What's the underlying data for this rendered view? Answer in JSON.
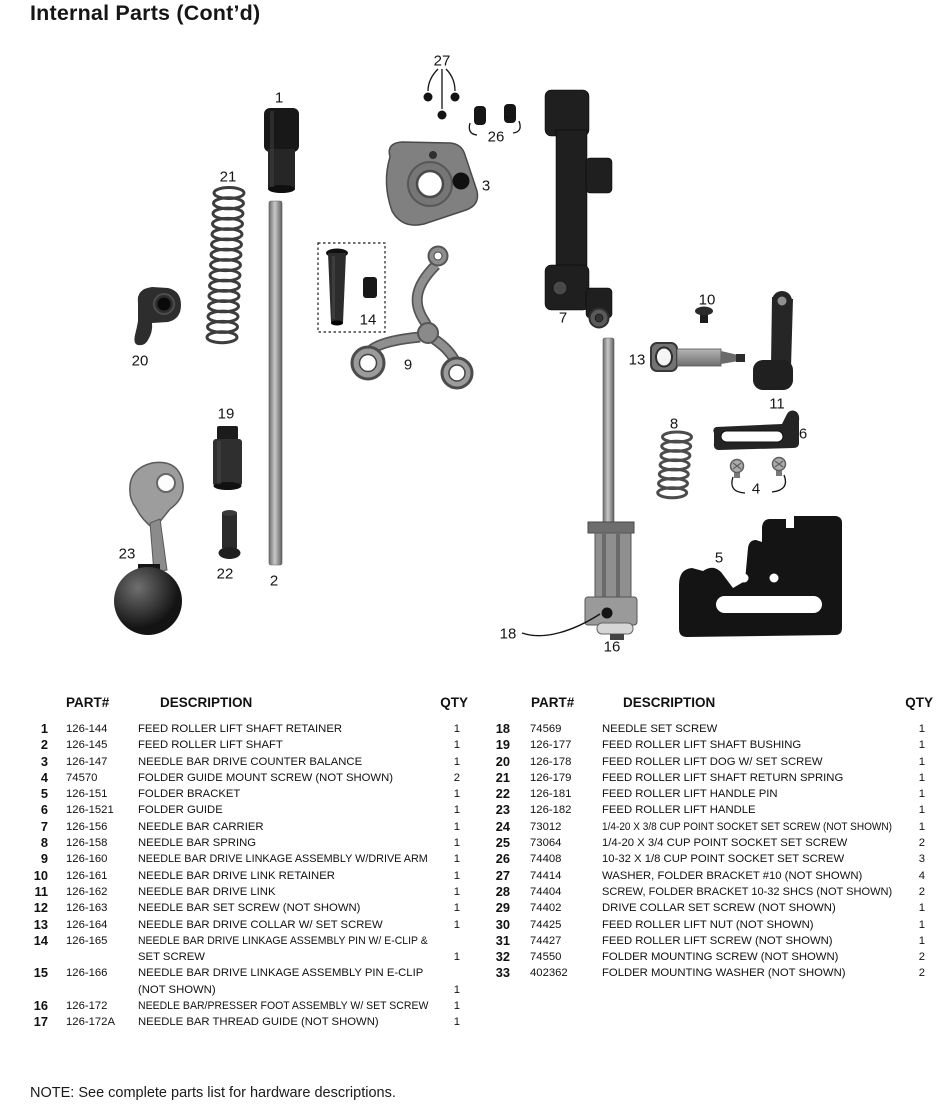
{
  "page": {
    "title": "Internal Parts (Cont’d)",
    "note": "NOTE: See complete parts list for hardware descriptions.",
    "colors": {
      "text": "#161616",
      "background": "#ffffff",
      "part_dark": "#1f1f1f",
      "part_gray": "#8a8a8a"
    }
  },
  "table": {
    "headers": {
      "part": "PART#",
      "description": "DESCRIPTION",
      "qty": "QTY"
    },
    "left_rows": [
      {
        "num": "1",
        "part": "126-144",
        "desc": "FEED ROLLER LIFT SHAFT RETAINER",
        "qty": "1"
      },
      {
        "num": "2",
        "part": "126-145",
        "desc": "FEED ROLLER LIFT SHAFT",
        "qty": "1"
      },
      {
        "num": "3",
        "part": "126-147",
        "desc": "NEEDLE BAR DRIVE COUNTER BALANCE",
        "qty": "1"
      },
      {
        "num": "4",
        "part": "74570",
        "desc": "FOLDER GUIDE MOUNT SCREW (NOT SHOWN)",
        "qty": "2"
      },
      {
        "num": "5",
        "part": "126-151",
        "desc": "FOLDER BRACKET",
        "qty": "1"
      },
      {
        "num": "6",
        "part": "126-1521",
        "desc": "FOLDER GUIDE",
        "qty": "1"
      },
      {
        "num": "7",
        "part": "126-156",
        "desc": "NEEDLE BAR CARRIER",
        "qty": "1"
      },
      {
        "num": "8",
        "part": "126-158",
        "desc": "NEEDLE BAR SPRING",
        "qty": "1"
      },
      {
        "num": "9",
        "part": "126-160",
        "desc": "NEEDLE BAR DRIVE LINKAGE ASSEMBLY W/DRIVE ARM",
        "qty": "1"
      },
      {
        "num": "10",
        "part": "126-161",
        "desc": "NEEDLE BAR DRIVE LINK RETAINER",
        "qty": "1"
      },
      {
        "num": "11",
        "part": "126-162",
        "desc": "NEEDLE BAR DRIVE LINK",
        "qty": "1"
      },
      {
        "num": "12",
        "part": "126-163",
        "desc": "NEEDLE BAR SET SCREW (NOT SHOWN)",
        "qty": "1"
      },
      {
        "num": "13",
        "part": "126-164",
        "desc": "NEEDLE BAR DRIVE COLLAR W/ SET SCREW",
        "qty": "1"
      },
      {
        "num": "14",
        "part": "126-165",
        "desc": [
          "NEEDLE BAR DRIVE LINKAGE ASSEMBLY PIN  W/ E-CLIP &",
          "SET SCREW"
        ],
        "qty": "1"
      },
      {
        "num": "15",
        "part": "126-166",
        "desc": [
          "NEEDLE BAR DRIVE LINKAGE ASSEMBLY PIN E-CLIP",
          "(NOT SHOWN)"
        ],
        "qty": "1"
      },
      {
        "num": "16",
        "part": "126-172",
        "desc": "NEEDLE BAR/PRESSER FOOT ASSEMBLY W/ SET SCREW",
        "qty": "1"
      },
      {
        "num": "17",
        "part": "126-172A",
        "desc": "NEEDLE BAR THREAD GUIDE (NOT SHOWN)",
        "qty": "1"
      }
    ],
    "right_rows": [
      {
        "num": "18",
        "part": "74569",
        "desc": "NEEDLE SET SCREW",
        "qty": "1"
      },
      {
        "num": "19",
        "part": "126-177",
        "desc": "FEED ROLLER LIFT SHAFT BUSHING",
        "qty": "1"
      },
      {
        "num": "20",
        "part": "126-178",
        "desc": "FEED ROLLER LIFT DOG W/ SET SCREW",
        "qty": "1"
      },
      {
        "num": "21",
        "part": "126-179",
        "desc": "FEED ROLLER LIFT SHAFT RETURN SPRING",
        "qty": "1"
      },
      {
        "num": "22",
        "part": "126-181",
        "desc": "FEED ROLLER LIFT HANDLE PIN",
        "qty": "1"
      },
      {
        "num": "23",
        "part": "126-182",
        "desc": "FEED ROLLER LIFT HANDLE",
        "qty": "1"
      },
      {
        "num": "24",
        "part": "73012",
        "desc": "1/4-20 X 3/8 CUP POINT SOCKET SET SCREW (NOT SHOWN)",
        "qty": "1"
      },
      {
        "num": "25",
        "part": "73064",
        "desc": "1/4-20 X 3/4 CUP POINT SOCKET SET SCREW",
        "qty": "2"
      },
      {
        "num": "26",
        "part": "74408",
        "desc": "10-32 X 1/8 CUP POINT SOCKET SET SCREW",
        "qty": "3"
      },
      {
        "num": "27",
        "part": "74414",
        "desc": "WASHER, FOLDER BRACKET #10 (NOT SHOWN)",
        "qty": "4"
      },
      {
        "num": "28",
        "part": "74404",
        "desc": "SCREW, FOLDER BRACKET 10-32 SHCS (NOT SHOWN)",
        "qty": "2"
      },
      {
        "num": "29",
        "part": "74402",
        "desc": "DRIVE COLLAR SET SCREW (NOT SHOWN)",
        "qty": "1"
      },
      {
        "num": "30",
        "part": "74425",
        "desc": "FEED ROLLER LIFT NUT (NOT SHOWN)",
        "qty": "1"
      },
      {
        "num": "31",
        "part": "74427",
        "desc": "FEED ROLLER LIFT SCREW (NOT SHOWN)",
        "qty": "1"
      },
      {
        "num": "32",
        "part": "74550",
        "desc": "FOLDER MOUNTING SCREW (NOT SHOWN)",
        "qty": "2"
      },
      {
        "num": "33",
        "part": "402362",
        "desc": "FOLDER MOUNTING WASHER (NOT SHOWN)",
        "qty": "2"
      }
    ]
  },
  "diagram": {
    "callouts": [
      "1",
      "2",
      "3",
      "4",
      "5",
      "6",
      "7",
      "8",
      "9",
      "10",
      "11",
      "13",
      "14",
      "16",
      "18",
      "19",
      "20",
      "21",
      "22",
      "23",
      "26",
      "27"
    ]
  }
}
